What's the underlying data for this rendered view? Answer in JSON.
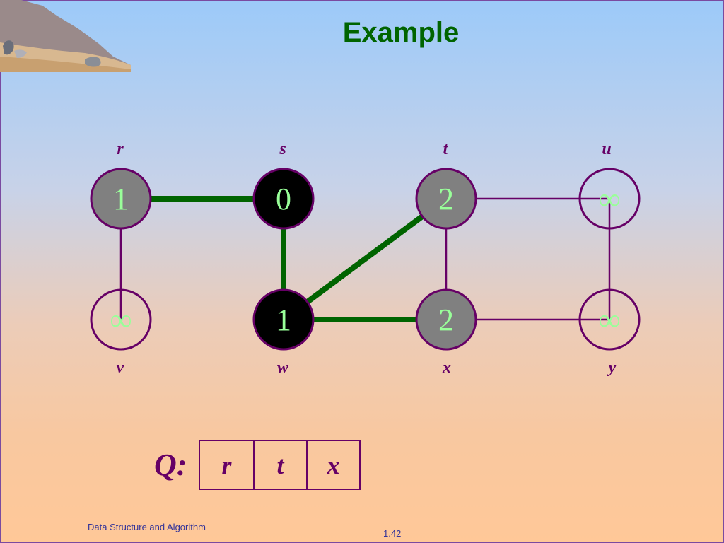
{
  "slide": {
    "title": "Example",
    "footer_left": "Data Structure and Algorithm",
    "footer_right": "1.42"
  },
  "graph": {
    "nodes": [
      {
        "id": "r",
        "label": "r",
        "value": "1",
        "state": "gray"
      },
      {
        "id": "s",
        "label": "s",
        "value": "0",
        "state": "black"
      },
      {
        "id": "t",
        "label": "t",
        "value": "2",
        "state": "gray"
      },
      {
        "id": "u",
        "label": "u",
        "value": "∞",
        "state": "white"
      },
      {
        "id": "v",
        "label": "v",
        "value": "∞",
        "state": "white"
      },
      {
        "id": "w",
        "label": "w",
        "value": "1",
        "state": "black"
      },
      {
        "id": "x",
        "label": "x",
        "value": "2",
        "state": "gray"
      },
      {
        "id": "y",
        "label": "y",
        "value": "∞",
        "state": "white"
      }
    ],
    "edges": [
      {
        "from": "r",
        "to": "s",
        "tree": true
      },
      {
        "from": "r",
        "to": "v",
        "tree": false
      },
      {
        "from": "s",
        "to": "w",
        "tree": true
      },
      {
        "from": "w",
        "to": "t",
        "tree": true
      },
      {
        "from": "w",
        "to": "x",
        "tree": true
      },
      {
        "from": "t",
        "to": "x",
        "tree": false
      },
      {
        "from": "t",
        "to": "u",
        "tree": false
      },
      {
        "from": "u",
        "to": "y",
        "tree": false
      },
      {
        "from": "x",
        "to": "y",
        "tree": false
      }
    ],
    "colors": {
      "tree_edge": "#006400",
      "edge": "#660066",
      "node_border": "#660066",
      "gray_fill": "#808080",
      "black_fill": "#000000",
      "node_text": "#99ff99"
    }
  },
  "queue": {
    "label": "Q:",
    "items": [
      "r",
      "t",
      "x"
    ]
  }
}
